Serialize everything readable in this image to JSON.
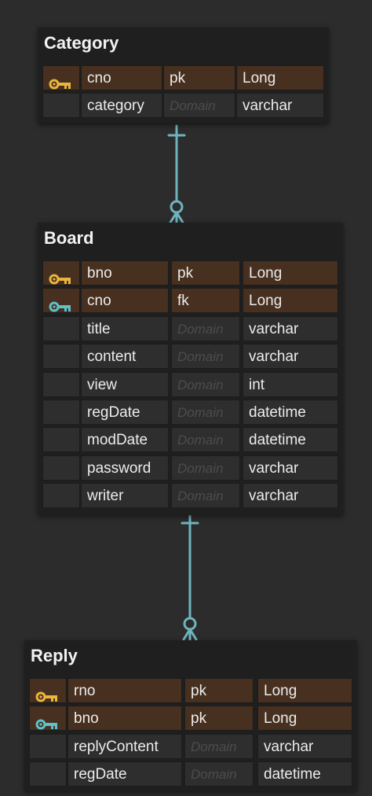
{
  "colors": {
    "background": "#2c2c2c",
    "pk_key": "#e8b53d",
    "fk_key": "#5fc1c9",
    "key_row": "#47301f",
    "relation_line": "#6fb3bf"
  },
  "entities": {
    "category": {
      "title": "Category",
      "rows": [
        {
          "icon": "primary-key-icon",
          "name": "cno",
          "key": "pk",
          "type": "Long"
        },
        {
          "icon": "",
          "name": "category",
          "key": "Domain",
          "type": "varchar"
        }
      ]
    },
    "board": {
      "title": "Board",
      "rows": [
        {
          "icon": "primary-key-icon",
          "name": "bno",
          "key": "pk",
          "type": "Long"
        },
        {
          "icon": "foreign-key-icon",
          "name": "cno",
          "key": "fk",
          "type": "Long"
        },
        {
          "icon": "",
          "name": "title",
          "key": "Domain",
          "type": "varchar"
        },
        {
          "icon": "",
          "name": "content",
          "key": "Domain",
          "type": "varchar"
        },
        {
          "icon": "",
          "name": "view",
          "key": "Domain",
          "type": "int"
        },
        {
          "icon": "",
          "name": "regDate",
          "key": "Domain",
          "type": "datetime"
        },
        {
          "icon": "",
          "name": "modDate",
          "key": "Domain",
          "type": "datetime"
        },
        {
          "icon": "",
          "name": "password",
          "key": "Domain",
          "type": "varchar"
        },
        {
          "icon": "",
          "name": "writer",
          "key": "Domain",
          "type": "varchar"
        }
      ]
    },
    "reply": {
      "title": "Reply",
      "rows": [
        {
          "icon": "primary-key-icon",
          "name": "rno",
          "key": "pk",
          "type": "Long"
        },
        {
          "icon": "foreign-key-icon",
          "name": "bno",
          "key": "pk",
          "type": "Long"
        },
        {
          "icon": "",
          "name": "replyContent",
          "key": "Domain",
          "type": "varchar"
        },
        {
          "icon": "",
          "name": "regDate",
          "key": "Domain",
          "type": "datetime"
        }
      ]
    }
  },
  "relationships": [
    {
      "from": "category",
      "to": "board",
      "from_cardinality": "one",
      "to_cardinality": "zero-or-many"
    },
    {
      "from": "board",
      "to": "reply",
      "from_cardinality": "one",
      "to_cardinality": "zero-or-many"
    }
  ]
}
